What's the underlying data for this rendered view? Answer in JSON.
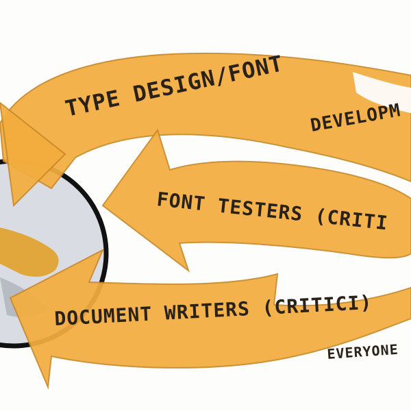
{
  "diagram": {
    "labels": {
      "type_design": "TYPE DESIGN/FONT",
      "type_design_2": "DEVELOPM",
      "font_testers": "FONT TESTERS (CRITI",
      "document_writers": "DOCUMENT WRITERS (CRITICI)",
      "everyone": "EVERYONE"
    },
    "colors": {
      "arrow_fill": "#f3ad3f",
      "arrow_outline": "#c98a2a",
      "ink": "#2a2118",
      "circle_ring": "#111111",
      "circle_fill": "#d9dde3",
      "bird": "#e2a73c"
    }
  }
}
